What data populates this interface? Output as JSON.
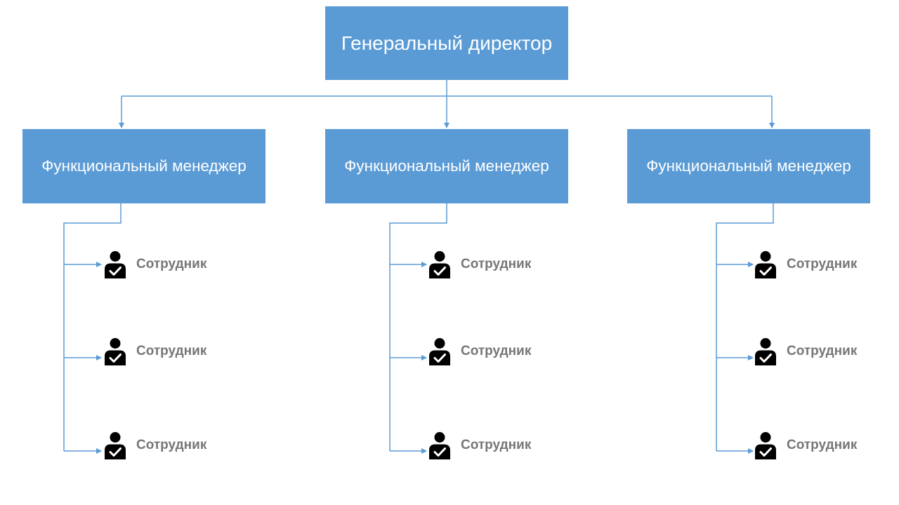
{
  "colors": {
    "box_fill": "#5b9bd5",
    "connector": "#5b9bd5",
    "box_text": "#ffffff",
    "employee_text": "#767676",
    "icon": "#000000"
  },
  "ceo": {
    "label": "Генеральный директор"
  },
  "managers": [
    {
      "label": "Функциональный менеджер",
      "employees": [
        "Сотрудник",
        "Сотрудник",
        "Сотрудник"
      ]
    },
    {
      "label": "Функциональный менеджер",
      "employees": [
        "Сотрудник",
        "Сотрудник",
        "Сотрудник"
      ]
    },
    {
      "label": "Функциональный менеджер",
      "employees": [
        "Сотрудник",
        "Сотрудник",
        "Сотрудник"
      ]
    }
  ],
  "employee_icon": "person-check-icon"
}
